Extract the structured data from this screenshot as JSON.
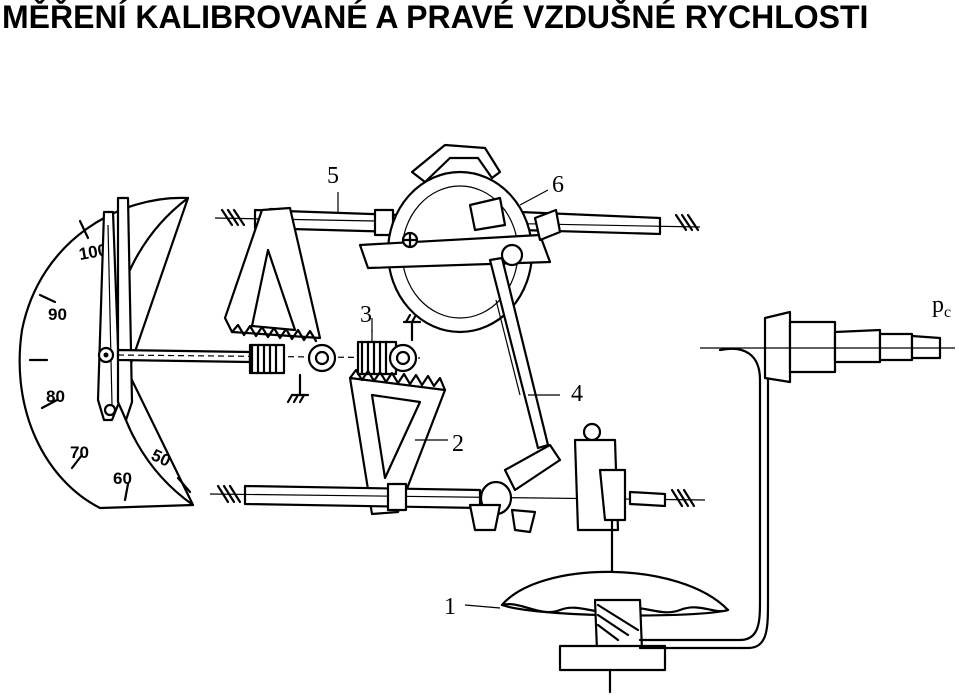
{
  "title": "MĚŘENÍ KALIBROVANÉ A PRAVÉ VZDUŠNÉ RYCHLOSTI",
  "diagram": {
    "part_labels": {
      "l1": "1",
      "l2": "2",
      "l3": "3",
      "l4": "4",
      "l5": "5",
      "l6": "6"
    },
    "pressure_label_base": "p",
    "pressure_label_sub": "c",
    "dial_scale": [
      "100",
      "90",
      "80",
      "70",
      "60",
      "50"
    ]
  }
}
